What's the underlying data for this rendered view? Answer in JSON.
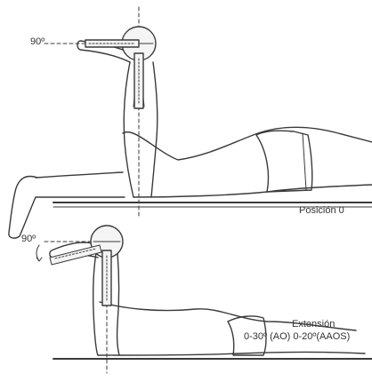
{
  "top_figure": {
    "angle_label": "90º",
    "position_label": "Posición 0"
  },
  "bottom_figure": {
    "angle_label": "90º",
    "extension_title": "Extensión",
    "extension_range": "0-30º (AO) 0-20º(AAOS)"
  }
}
